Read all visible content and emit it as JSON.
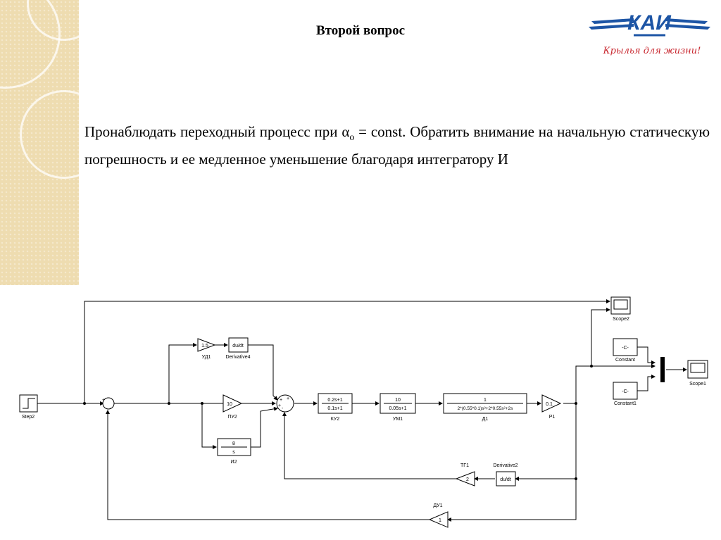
{
  "slide": {
    "title": "Второй вопрос",
    "paragraph": {
      "part1": "Пронаблюдать переходный процесс при ",
      "alpha": "α",
      "sub": "o",
      "part2": " = const. Обратить внимание на начальную статическую погрешность и ее медленное уменьшение благодаря интегратору И"
    }
  },
  "logo": {
    "text": "КАИ",
    "slogan": "Крылья для жизни!",
    "colors": {
      "blue": "#1d55a5",
      "red": "#c8262e"
    }
  },
  "diagram": {
    "blocks": {
      "step": {
        "name": "Step2"
      },
      "ud1": {
        "value": "1.5",
        "name": "УД1"
      },
      "der4": {
        "value": "du/dt",
        "name": "Derivative4"
      },
      "pu2": {
        "value": "10",
        "name": "ПУ2"
      },
      "i2": {
        "num": "8",
        "den": "s",
        "name": "И2"
      },
      "ku2": {
        "num": "0.2s+1",
        "den": "0.1s+1",
        "name": "КУ2"
      },
      "um1": {
        "num": "10",
        "den": "0.05s+1",
        "name": "УМ1"
      },
      "d1": {
        "num": "1",
        "den": "2*(0.55*0.1)s³+2*0.55s²+2s",
        "name": "Д1"
      },
      "p1": {
        "value": "0.1",
        "name": "Р1"
      },
      "scope2": {
        "name": "Scope2"
      },
      "const": {
        "value": "-C-",
        "name": "Constant"
      },
      "const1": {
        "value": "-C-",
        "name": "Constant1"
      },
      "scope1": {
        "name": "Scope1"
      },
      "tg1": {
        "value": "2",
        "name": "ТГ1"
      },
      "der2": {
        "value": "du/dt",
        "name": "Derivative2"
      },
      "du1": {
        "value": "1",
        "name": "ДУ1"
      }
    },
    "sum_signs": {
      "plus": "+",
      "minus": "-"
    }
  }
}
